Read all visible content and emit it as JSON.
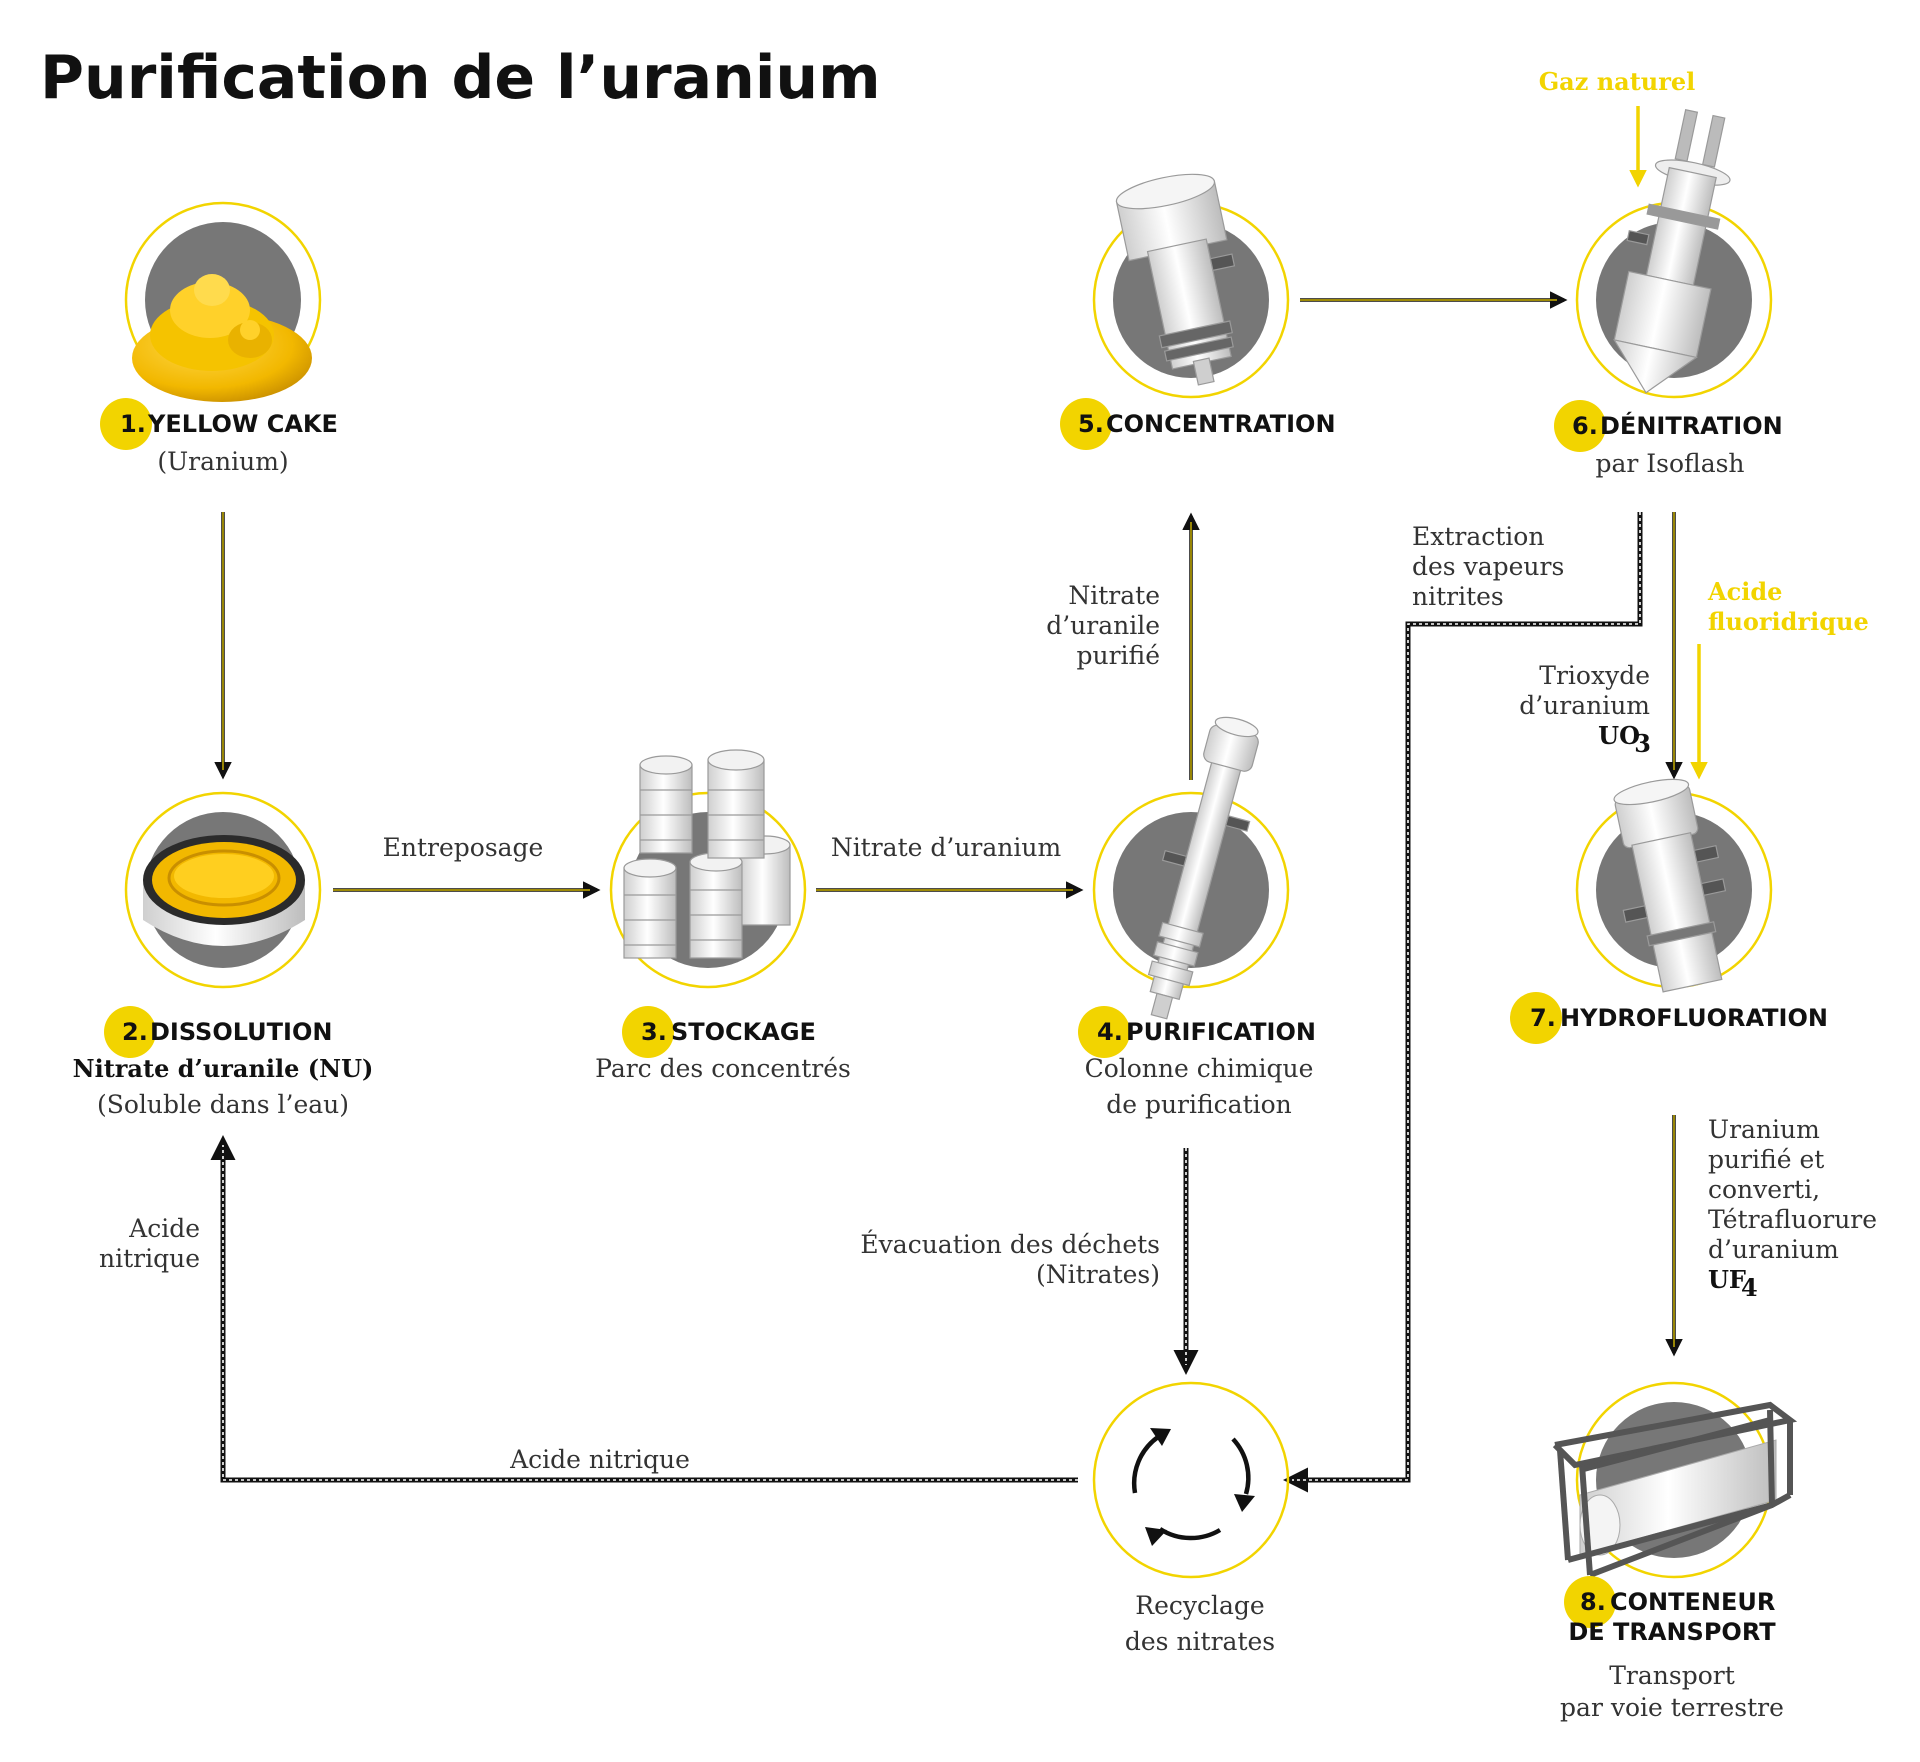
{
  "title": "Purification de l’uranium",
  "colors": {
    "accent": "#f2d400",
    "dark": "#111111",
    "disk": "#777777"
  },
  "steps": [
    {
      "num": "1.",
      "label": "YELLOW CAKE",
      "sub": [
        "(Uranium)"
      ]
    },
    {
      "num": "2.",
      "label": "DISSOLUTION",
      "sub_bold": "Nitrate d’uranile (NU)",
      "sub": [
        "(Soluble dans l’eau)"
      ]
    },
    {
      "num": "3.",
      "label": "STOCKAGE",
      "sub": [
        "Parc des concentrés"
      ]
    },
    {
      "num": "4.",
      "label": "PURIFICATION",
      "sub": [
        "Colonne chimique",
        "de purification"
      ]
    },
    {
      "num": "5.",
      "label": "CONCENTRATION",
      "sub": []
    },
    {
      "num": "6.",
      "label": "DÉNITRATION",
      "sub": [
        "par Isoflash"
      ]
    },
    {
      "num": "7.",
      "label": "HYDROFLUORATION",
      "sub": []
    },
    {
      "num": "8.",
      "label": [
        "CONTENEUR",
        "DE TRANSPORT"
      ],
      "sub": [
        "Transport",
        "par voie terrestre"
      ]
    }
  ],
  "recycling": {
    "label": [
      "Recyclage",
      "des nitrates"
    ]
  },
  "annotations": {
    "entreposage": "Entreposage",
    "nitrate_uranium": "Nitrate d’uranium",
    "nitrate_uranile_purifie": [
      "Nitrate",
      "d’uranile",
      "purifié"
    ],
    "extraction": [
      "Extraction",
      "des vapeurs",
      "nitrites"
    ],
    "evacuation": [
      "Évacuation des déchets",
      "(Nitrates)"
    ],
    "acide_nitrique_left": [
      "Acide",
      "nitrique"
    ],
    "acide_nitrique_bottom": "Acide nitrique",
    "gaz_naturel": "Gaz naturel",
    "acide_fluoridrique": [
      "Acide",
      "fluoridrique"
    ],
    "trioxyde": [
      "Trioxyde",
      "d’uranium"
    ],
    "uo3": {
      "base": "UO",
      "sub": "3"
    },
    "uranium_purifie": [
      "Uranium",
      "purifié et",
      "converti,",
      "Tétrafluorure",
      "d’uranium"
    ],
    "uf4": {
      "base": "UF",
      "sub": "4"
    }
  }
}
